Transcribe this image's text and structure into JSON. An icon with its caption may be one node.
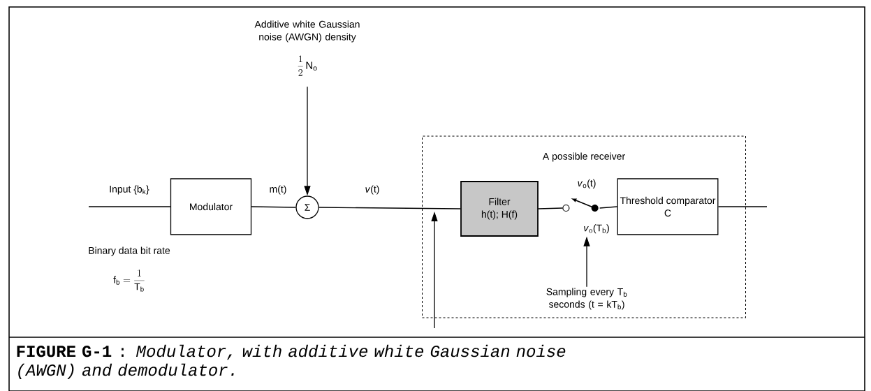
{
  "diagram": {
    "caption": "**FIGURE G-1** : *Modulator, with additive white Gaussian noise (AWGN) and demodulator.*",
    "nodes": [
      {
        "text": [
          "Modulator"
        ]
      },
      {
        "text": [
          "Additive white Gaussian noise (AWGN) density"
        ],
        "beside": [
          "\\frac{1}{2}\\,\\mathrm{N_o}"
        ]
      },
      {
        "text": [
          "Σ"
        ]
      },
      {
        "text": [
          "A possible receiver"
        ]
      },
      {
        "text": [
          "Filter",
          "h(t); H(f)"
        ],
        "in": 3
      },
      {
        "text": [
          "Threshold comparator",
          "C"
        ],
        "in": 3
      },
      {
        "text": [],
        "shape": "picture",
        "in": 3,
        "beside": [
          "*v*$_{o}$(t)",
          "*v*$_{o}$(T$_{b}$)"
        ]
      },
      {
        "text": [
          "Sampling every T$_{b}$ seconds (t = kT$_{b}$)"
        ],
        "in": 3
      }
    ],
    "edges": [
      {
        "from": null,
        "to": 0,
        "arrow": "none",
        "label": "Input {b$_{k}$}"
      },
      {
        "from": 0,
        "to": 2,
        "arrow": "none",
        "label": "m(t)"
      },
      {
        "from": 1,
        "to": 2,
        "arrow": "to"
      },
      {
        "from": 2,
        "to": 4,
        "arrow": "none",
        "label": "*v*(t)"
      },
      {
        "from": 4,
        "to": 6,
        "arrow": "none"
      },
      {
        "from": 6,
        "to": 5,
        "arrow": "none"
      },
      {
        "from": 5,
        "to": null,
        "arrow": "none"
      },
      {
        "from": 7,
        "to": 6,
        "arrow": "to"
      }
    ],
    "labels": [
      "Binary data bit rate",
      "\\mathrm{f_b} = \\frac{1}{\\mathrm{T_b}}"
    ]
  }
}
